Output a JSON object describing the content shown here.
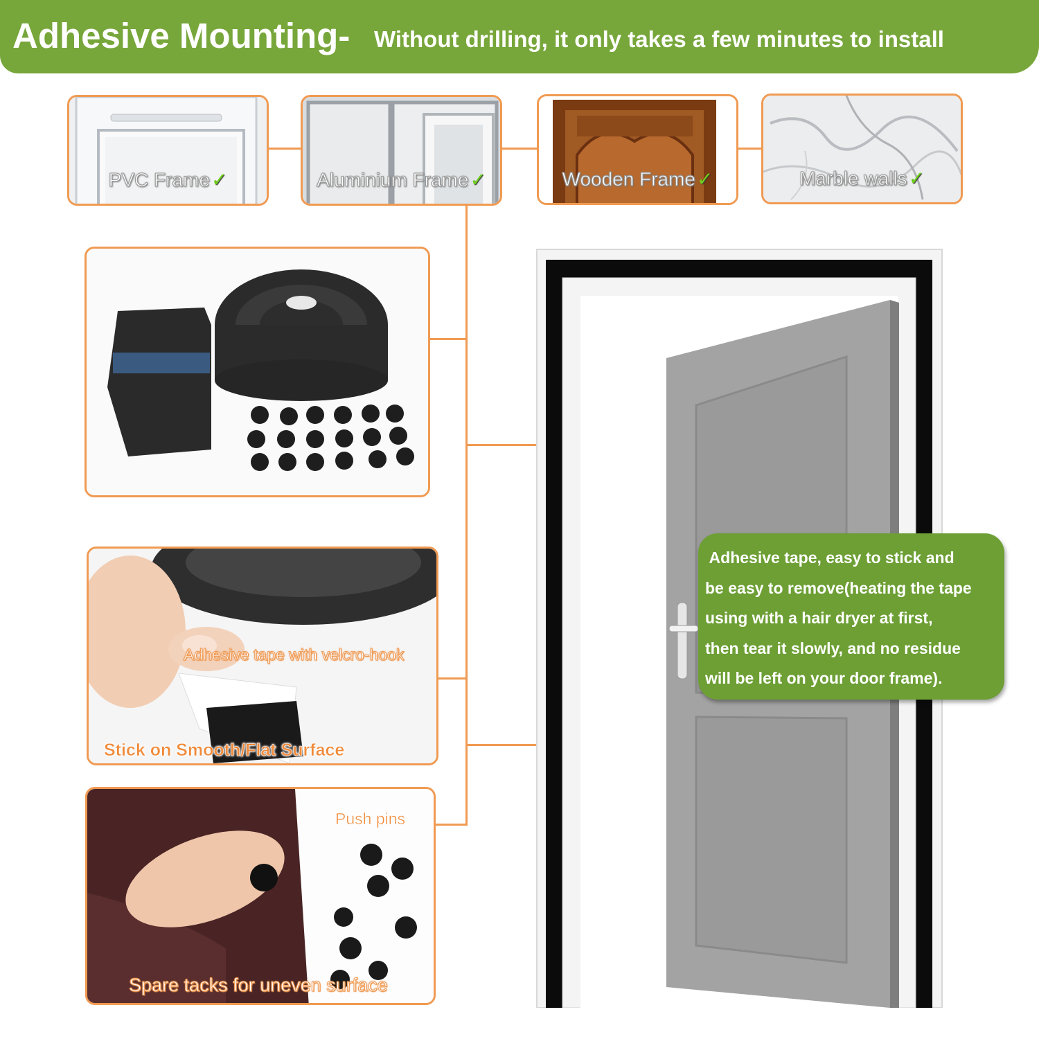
{
  "banner": {
    "title": "Adhesive Mounting-",
    "subtitle": "Without drilling, it only takes a few minutes to install"
  },
  "frames": [
    {
      "label": "PVC Frame",
      "icon": "check-icon"
    },
    {
      "label": "Aluminium Frame",
      "icon": "check-icon"
    },
    {
      "label": "Wooden Frame",
      "icon": "check-icon"
    },
    {
      "label": "Marble walls",
      "icon": "check-icon"
    }
  ],
  "panels": {
    "tape_kit": {},
    "tape": {
      "caption": "Adhesive tape with velcro-hook",
      "footer": "Stick on Smooth/Flat Surface"
    },
    "pins": {
      "caption": "Push pins",
      "footer": "Spare tacks for uneven surface"
    }
  },
  "note": {
    "lines": [
      " Adhesive tape, easy to stick and",
      "be easy to remove(heating the tape",
      "using with a hair dryer at first,",
      "then tear it slowly, and no residue",
      "will be left on your door frame)."
    ]
  },
  "colors": {
    "banner": "#77a63a",
    "accent_orange": "#f09a52",
    "note_green": "#6d9f34",
    "check_green": "#6fcf1e"
  }
}
